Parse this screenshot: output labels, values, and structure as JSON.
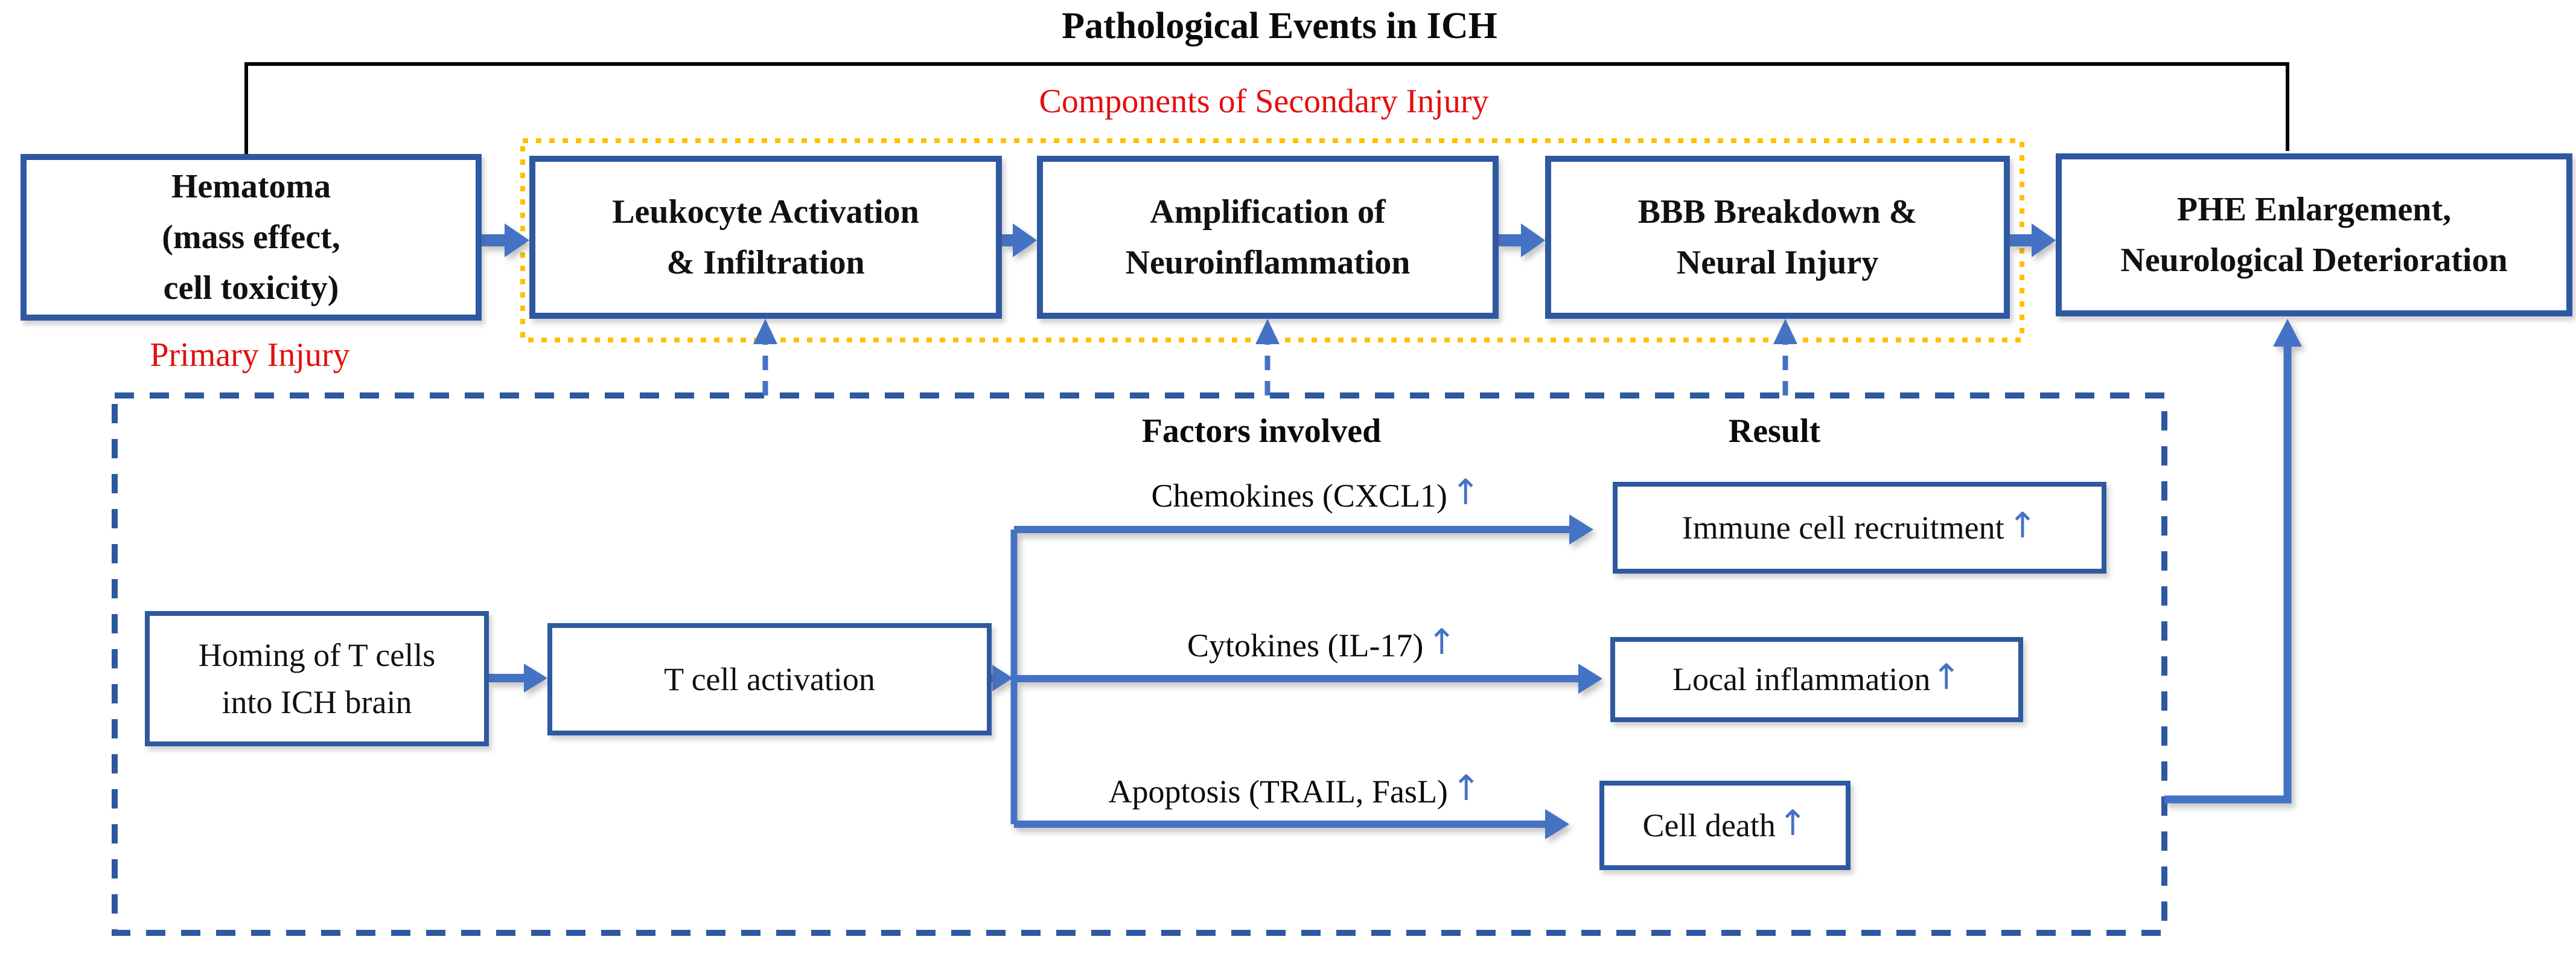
{
  "title": "Pathological Events in ICH",
  "labels": {
    "secondary_injury": "Components of Secondary Injury",
    "primary_injury": "Primary Injury",
    "factors_involved": "Factors involved",
    "result": "Result"
  },
  "up_arrow": "↑",
  "boxes": {
    "hematoma": {
      "lines": [
        "Hematoma",
        "(mass effect,",
        "cell toxicity)"
      ]
    },
    "leukocyte": {
      "lines": [
        "Leukocyte Activation",
        "& Infiltration"
      ]
    },
    "amplification": {
      "lines": [
        "Amplification of",
        "Neuroinflammation"
      ]
    },
    "bbb": {
      "lines": [
        "BBB Breakdown &",
        "Neural Injury"
      ]
    },
    "phe": {
      "lines": [
        "PHE Enlargement,",
        "Neurological Deterioration"
      ]
    },
    "homing": {
      "lines": [
        "Homing of T cells",
        "into ICH brain"
      ]
    },
    "tcell": {
      "lines": [
        "T cell activation"
      ]
    }
  },
  "factors": [
    {
      "label": "Chemokines (CXCL1)"
    },
    {
      "label": "Cytokines (IL-17)"
    },
    {
      "label": "Apoptosis (TRAIL, FasL)"
    }
  ],
  "results": [
    {
      "label": "Immune cell recruitment "
    },
    {
      "label": "Local inflammation"
    },
    {
      "label": "Cell death"
    }
  ],
  "colors": {
    "box_border_blue": "#2e59a0",
    "arrow_blue": "#4472c4",
    "dashed_border_blue": "#2e59a0",
    "accent_yellow": "#ffc000",
    "accent_red": "#e40e0e",
    "line_black": "#000000"
  }
}
